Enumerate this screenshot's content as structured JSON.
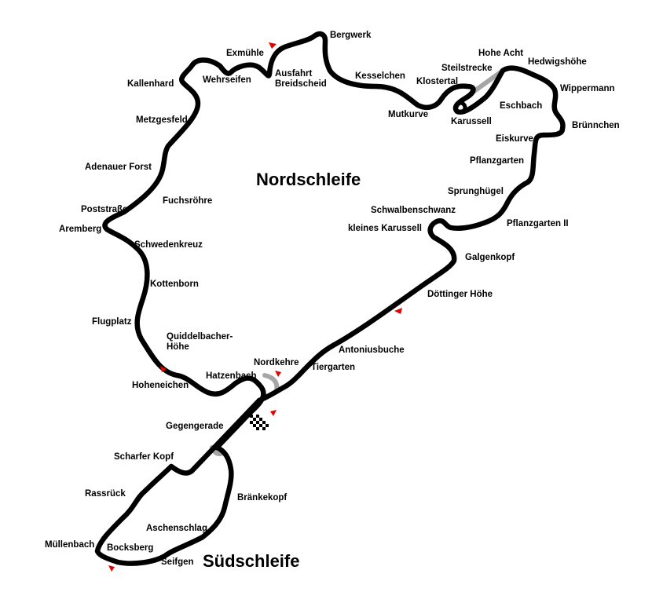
{
  "regions": {
    "north": "Nordschleife",
    "south": "Südschleife"
  },
  "labels": {
    "bergwerk": "Bergwerk",
    "exmuehle": "Exmühle",
    "ausfahrt": "Ausfahrt\nBreidscheid",
    "wehrseifen": "Wehrseifen",
    "kallenhard": "Kallenhard",
    "metzgesfeld": "Metzgesfeld",
    "adenauer_forst": "Adenauer Forst",
    "fuchsroehre": "Fuchsröhre",
    "poststrasse": "Poststraße",
    "aremberg": "Aremberg",
    "schwedenkreuz": "Schwedenkreuz",
    "kottenborn": "Kottenborn",
    "flugplatz": "Flugplatz",
    "quiddelbacher": "Quiddelbacher-\nHöhe",
    "hoheneichen": "Hoheneichen",
    "hatzenbach": "Hatzenbach",
    "nordkehre": "Nordkehre",
    "tiergarten": "Tiergarten",
    "antoniusbuche": "Antoniusbuche",
    "doettinger": "Döttinger Höhe",
    "galgenkopf": "Galgenkopf",
    "kleines_karussell": "kleines Karussell",
    "schwalbenschwanz": "Schwalbenschwanz",
    "pflanzgarten2": "Pflanzgarten II",
    "sprunghuegel": "Sprunghügel",
    "pflanzgarten": "Pflanzgarten",
    "eiskurve": "Eiskurve",
    "bruennchen": "Brünnchen",
    "eschbach": "Eschbach",
    "wippermann": "Wippermann",
    "hedwigshoehe": "Hedwigshöhe",
    "hohe_acht": "Hohe Acht",
    "steilstrecke": "Steilstrecke",
    "klostertal": "Klostertal",
    "kesselchen": "Kesselchen",
    "mutkurve": "Mutkurve",
    "karussell": "Karussell",
    "gegengerade": "Gegengerade",
    "scharfer_kopf": "Scharfer Kopf",
    "rassrueck": "Rassrück",
    "muellenbach": "Müllenbach",
    "bocksberg": "Bocksberg",
    "seifgen": "Seifgen",
    "aschenschlag": "Aschenschlag",
    "braenkekopf": "Bränkekopf"
  },
  "colors": {
    "track": "#000000",
    "bypass": "#a6a6a6",
    "direction_marker": "#e60000",
    "start_finish": "checkered"
  }
}
